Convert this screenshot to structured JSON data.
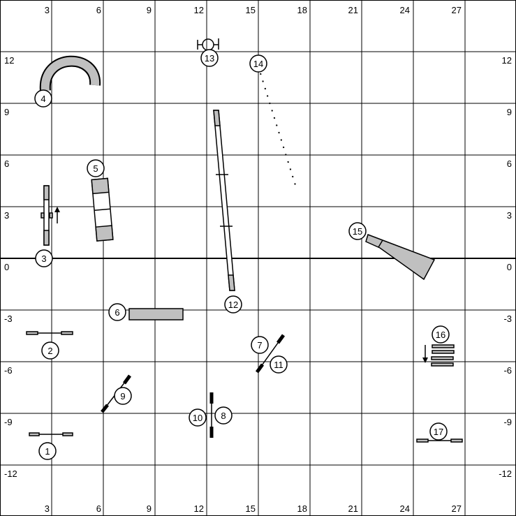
{
  "course_map": {
    "x_axis_labels": [
      "3",
      "6",
      "9",
      "12",
      "15",
      "18",
      "21",
      "24",
      "27"
    ],
    "y_axis_labels": [
      "12",
      "9",
      "6",
      "3",
      "0",
      "-3",
      "-6",
      "-9",
      "-12"
    ],
    "obstacle_numbers": [
      "1",
      "2",
      "3",
      "4",
      "5",
      "6",
      "7",
      "8",
      "9",
      "10",
      "11",
      "12",
      "13",
      "14",
      "15",
      "16",
      "17"
    ],
    "colors": {
      "obstacle_fill": "#c0c0c0",
      "line": "#000000",
      "background": "#ffffff"
    }
  }
}
